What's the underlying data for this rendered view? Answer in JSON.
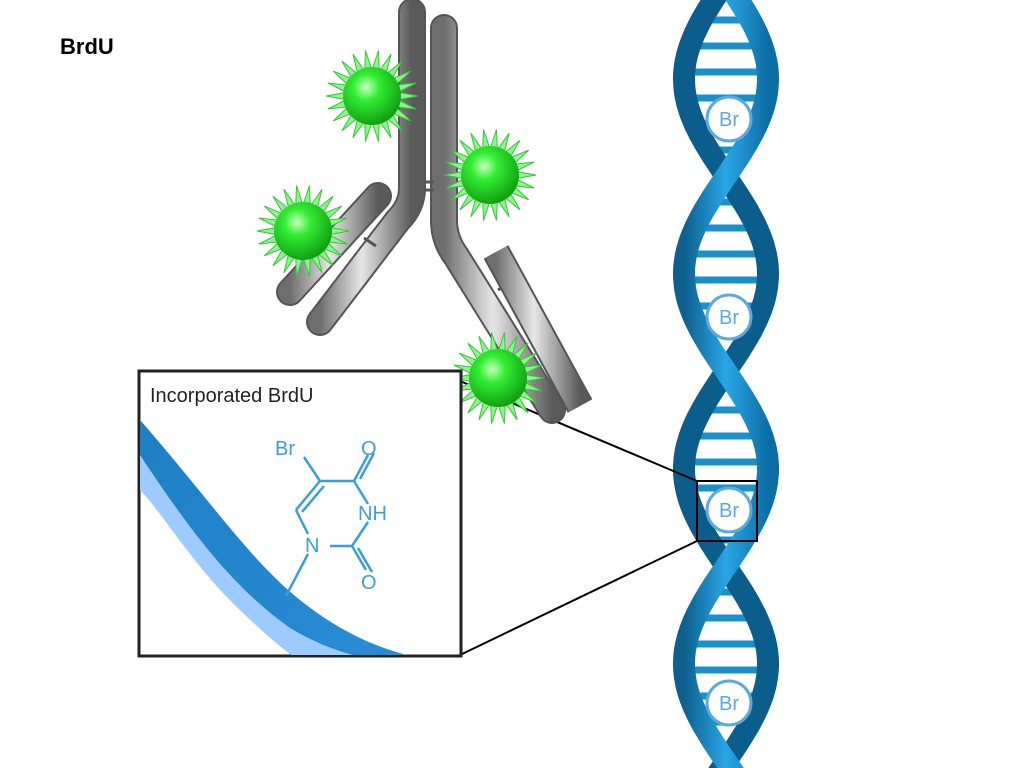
{
  "title": "BrdU",
  "inset": {
    "heading": "Incorporated BrdU",
    "molecule": {
      "substituent": "Br",
      "carbonyl_top": "O",
      "amine": "NH",
      "ring_nitrogen": "N",
      "carbonyl_bottom": "O"
    }
  },
  "dna": {
    "labels": [
      "Br",
      "Br",
      "Br",
      "Br"
    ]
  },
  "colors": {
    "dna": "#1a8fc9",
    "molecule": "#3a9fd6",
    "fluorophore": "#22dd22",
    "antibody": "#8a8a8a"
  }
}
